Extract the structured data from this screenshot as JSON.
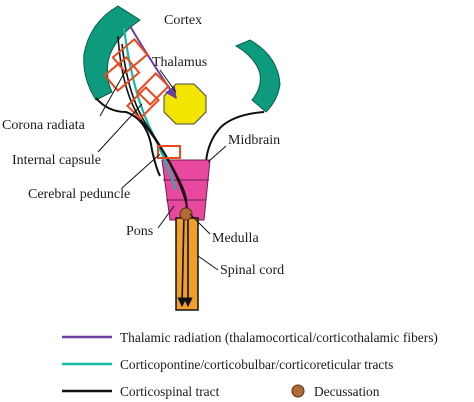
{
  "labels": {
    "cortex": "Cortex",
    "thalamus": "Thalamus",
    "corona_radiata": "Corona radiata",
    "internal_capsule": "Internal capsule",
    "cerebral_peduncle": "Cerebral peduncle",
    "midbrain": "Midbrain",
    "pons": "Pons",
    "medulla": "Medulla",
    "spinal_cord": "Spinal cord"
  },
  "legend": {
    "thalamic_radiation": "Thalamic radiation (thalamocortical/corticothalamic fibers)",
    "corticopontine": "Corticopontine/corticobulbar/corticoreticular tracts",
    "corticospinal": "Corticospinal tract",
    "decussation": "Decussation"
  },
  "colors": {
    "cortex": "#0e9a7c",
    "thalamus": "#f2e500",
    "brainstem": "#e8489e",
    "spinal_cord": "#f0a02a",
    "thalamic_radiation": "#6a3fa0",
    "corticopontine": "#1ab9a5",
    "corticospinal": "#111111",
    "decussation": "#b06a35",
    "marker": "#e84a1e"
  }
}
